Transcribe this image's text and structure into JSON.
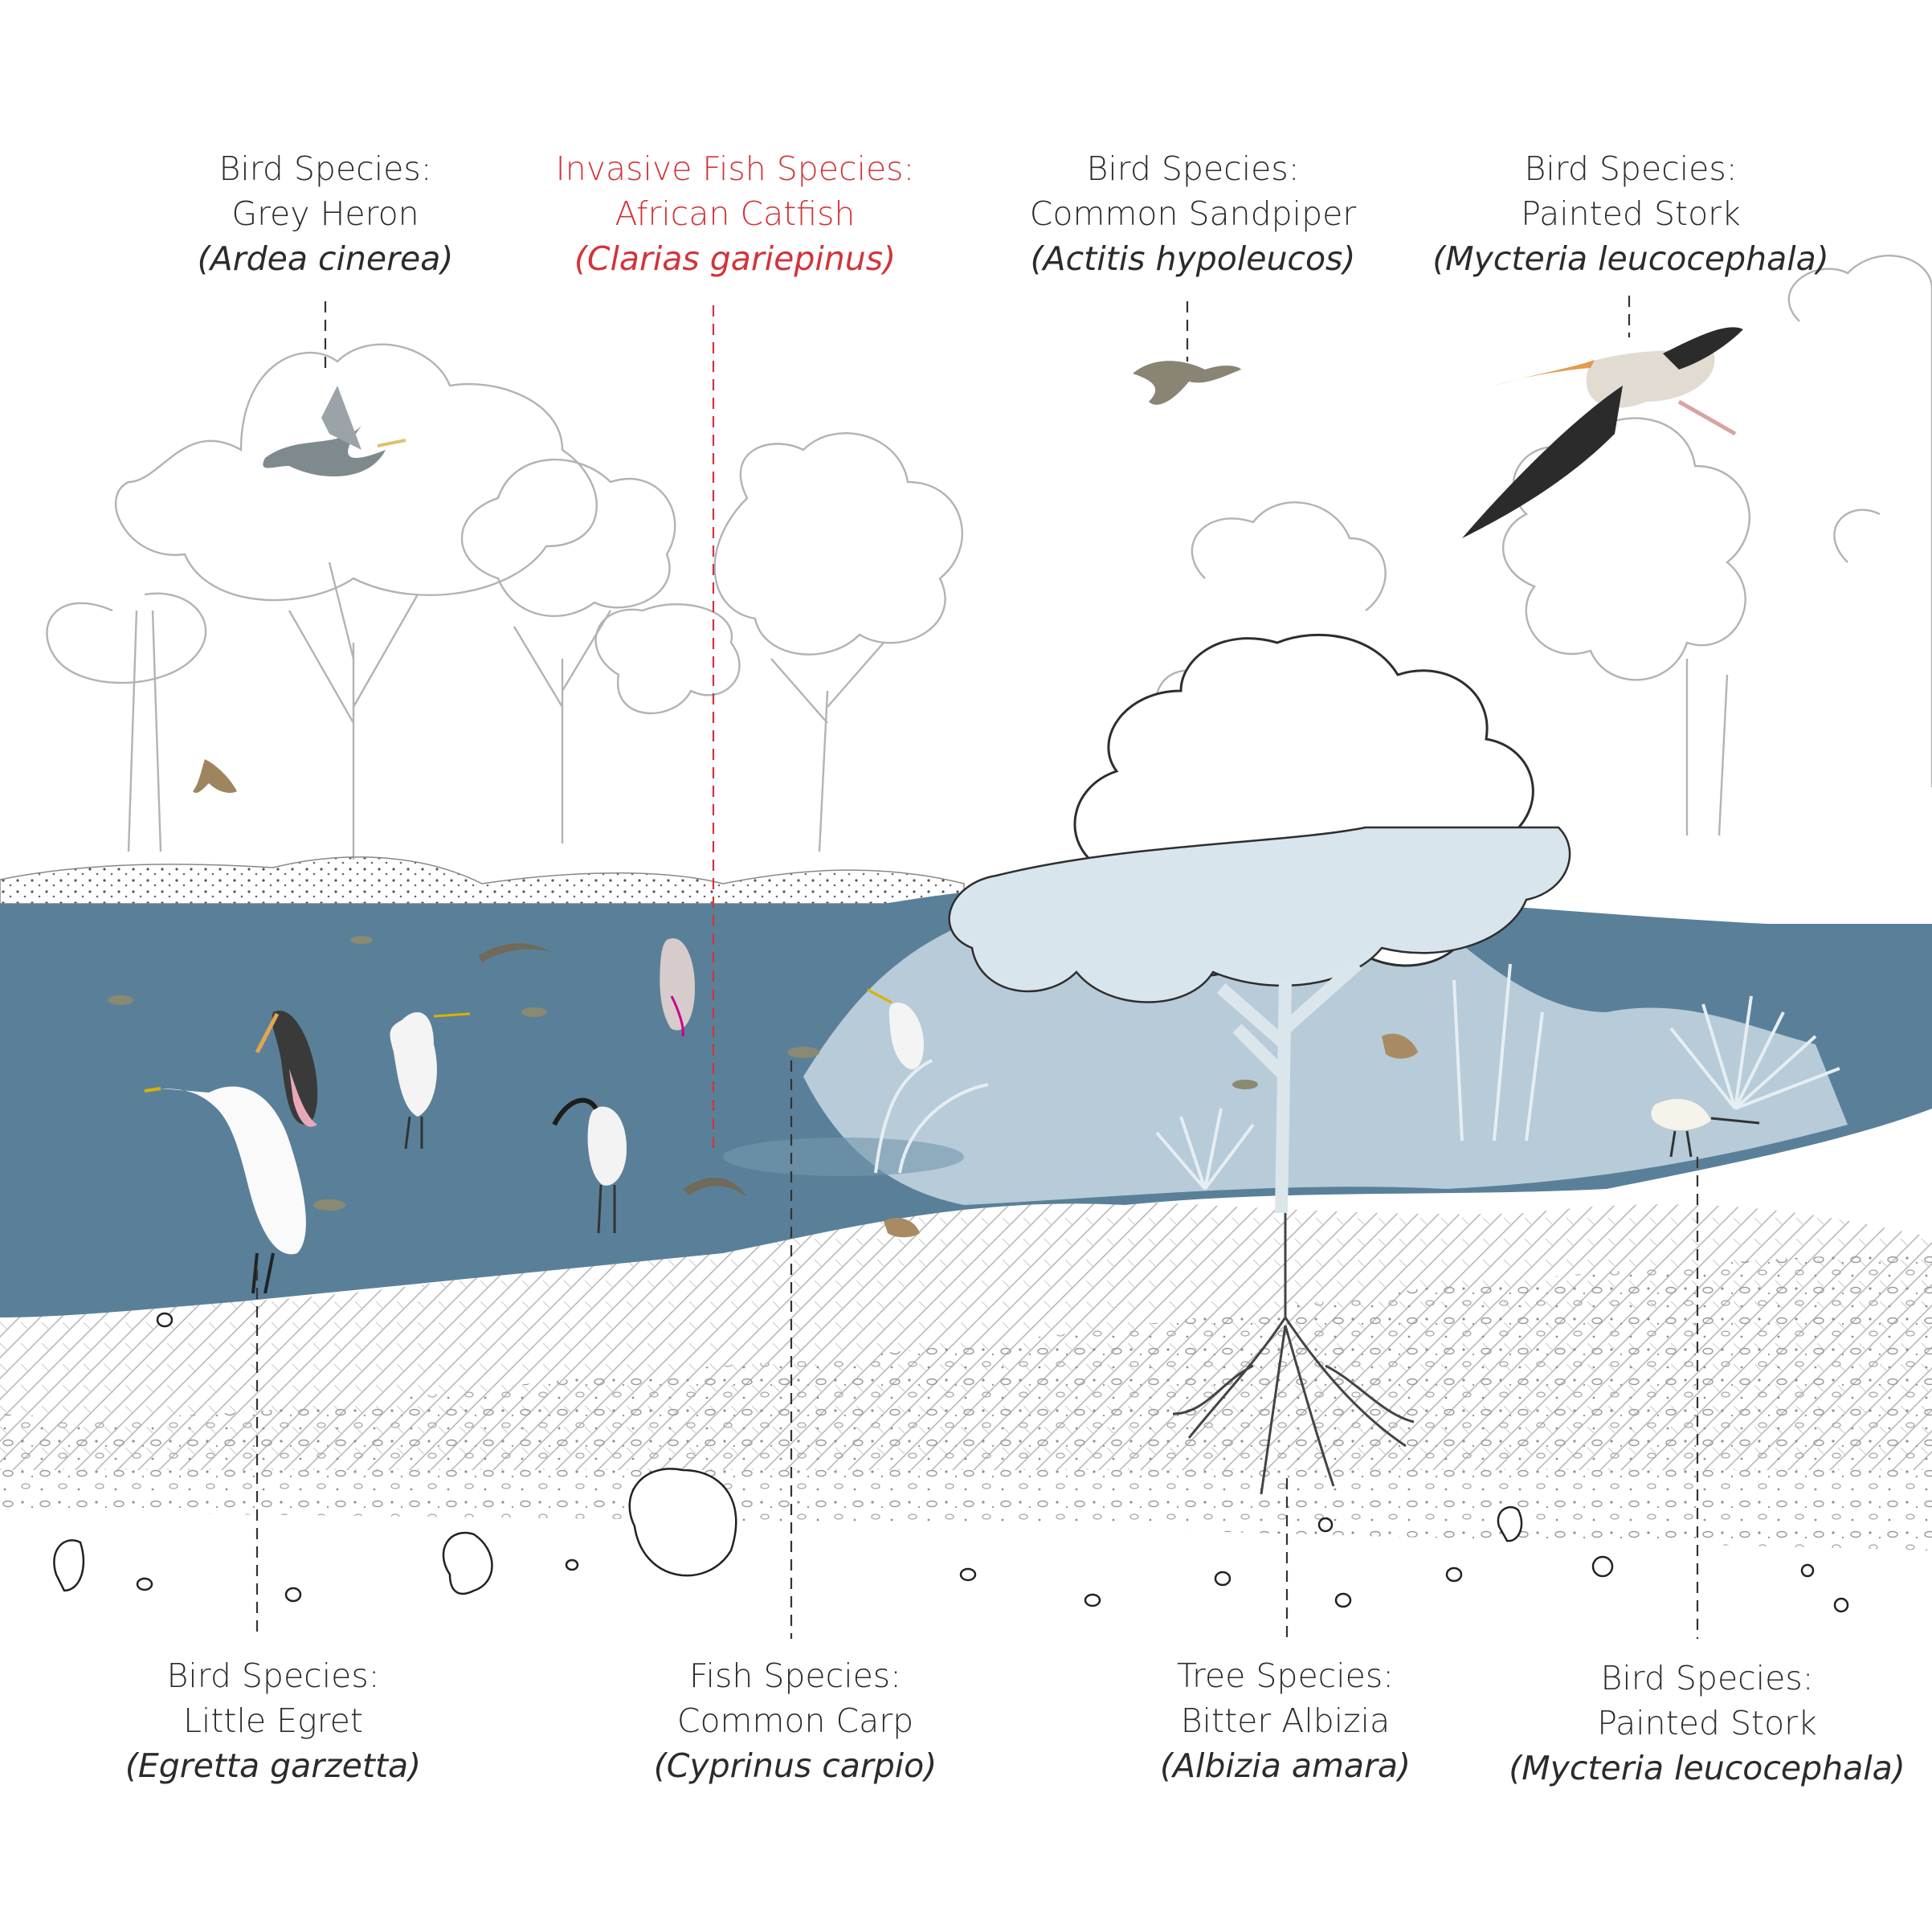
{
  "colors": {
    "water": "#5a8099",
    "water_light": "#c8d8e3",
    "invasive": "#d2343a",
    "text": "#2b2b2b",
    "line": "#333333"
  },
  "labels_top": [
    {
      "category": "Bird Species:",
      "common": "Grey Heron",
      "scientific": "(Ardea cinerea)",
      "invasive": false
    },
    {
      "category": "Invasive Fish Species:",
      "common": "African Catfish",
      "scientific": "(Clarias gariepinus)",
      "invasive": true
    },
    {
      "category": "Bird Species:",
      "common": "Common Sandpiper",
      "scientific": "(Actitis hypoleucos)",
      "invasive": false
    },
    {
      "category": "Bird Species:",
      "common": "Painted Stork",
      "scientific": "(Mycteria leucocephala)",
      "invasive": false
    }
  ],
  "labels_bottom": [
    {
      "category": "Bird Species:",
      "common": "Little Egret",
      "scientific": "(Egretta garzetta)",
      "invasive": false
    },
    {
      "category": "Fish Species:",
      "common": "Common Carp",
      "scientific": "(Cyprinus carpio)",
      "invasive": false
    },
    {
      "category": "Tree Species:",
      "common": "Bitter Albizia",
      "scientific": "(Albizia amara)",
      "invasive": false
    },
    {
      "category": "Bird Species:",
      "common": "Painted Stork",
      "scientific": "(Mycteria leucocephala)",
      "invasive": false
    }
  ]
}
